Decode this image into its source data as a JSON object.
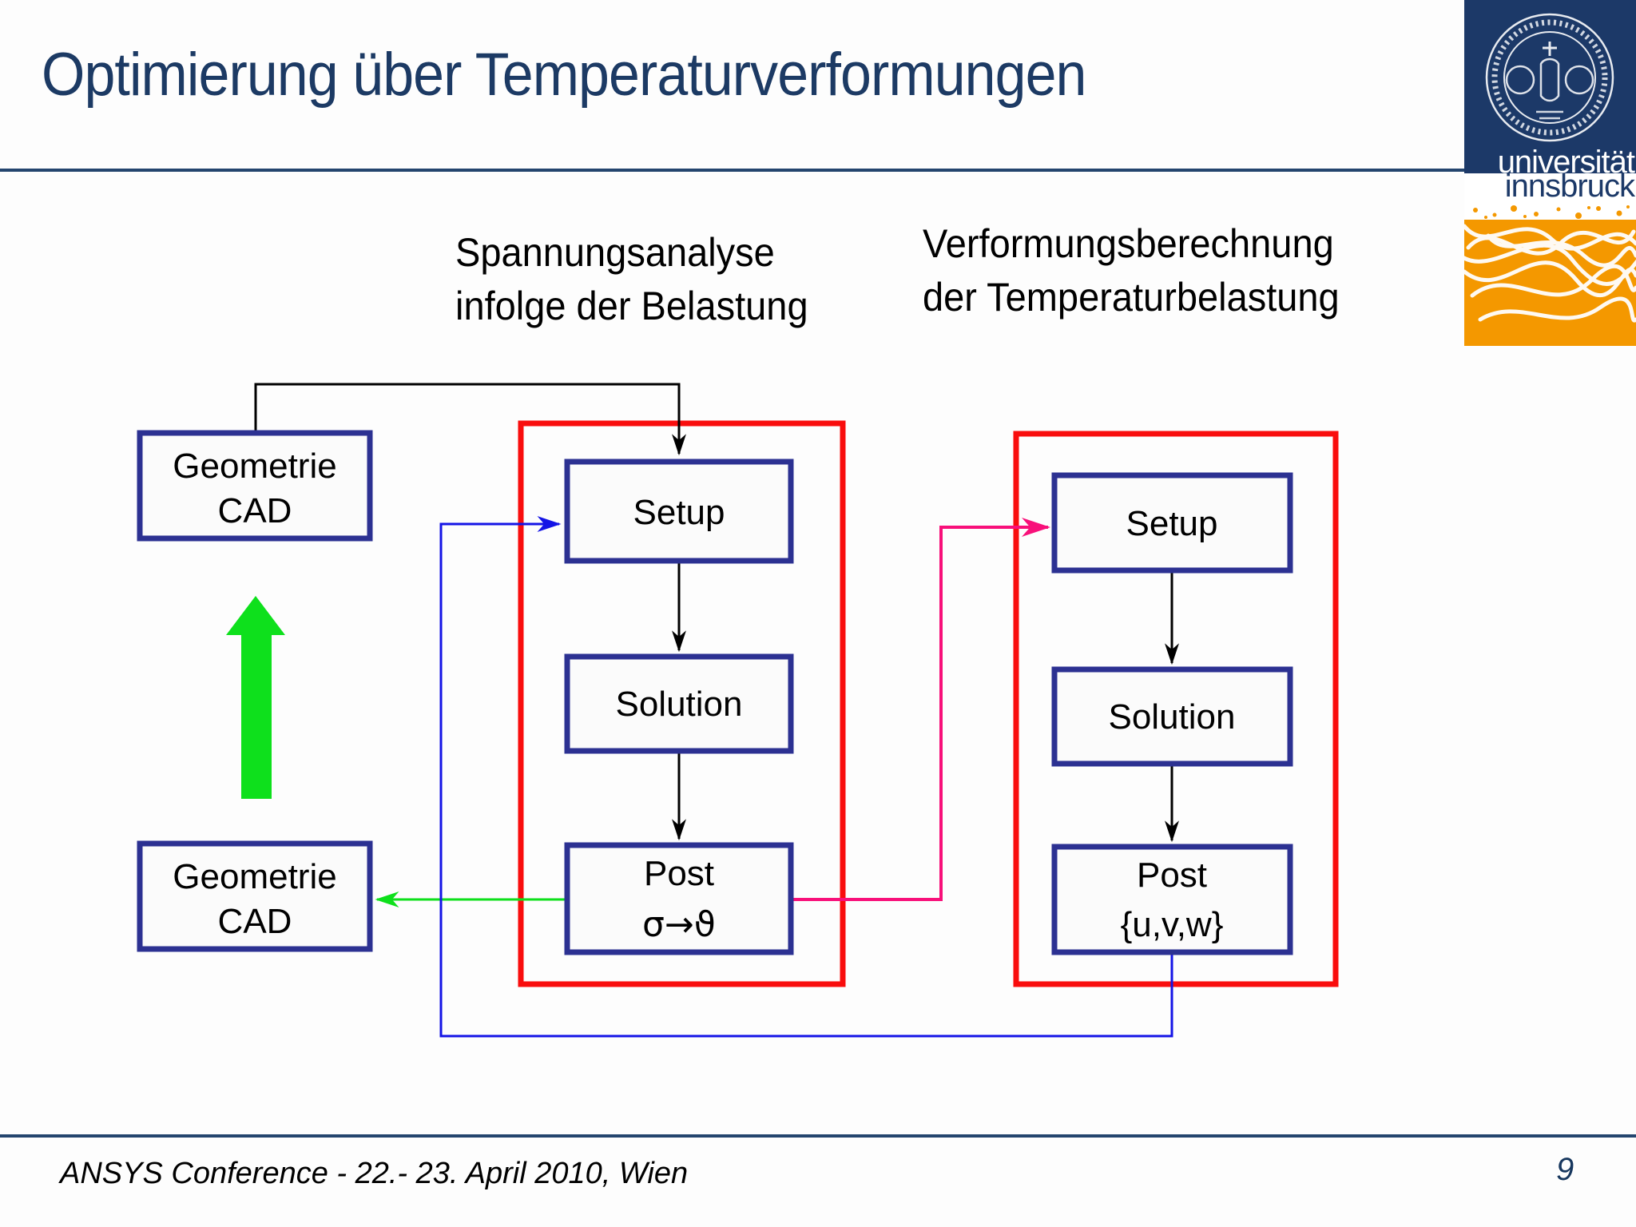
{
  "header": {
    "title": "Optimierung über Temperaturverformungen"
  },
  "logo": {
    "wordmark_line1": "universität",
    "wordmark_line2": "innsbruck"
  },
  "labels": {
    "left_column_line1": "Spannungsanalyse",
    "left_column_line2": "infolge der Belastung",
    "right_column_line1": "Verformungsberechnung",
    "right_column_line2": "der Temperaturbelastung"
  },
  "diagram": {
    "cad_top_line1": "Geometrie",
    "cad_top_line2": "CAD",
    "cad_bottom_line1": "Geometrie",
    "cad_bottom_line2": "CAD",
    "stress_group": {
      "setup": "Setup",
      "solution": "Solution",
      "post_line1": "Post",
      "post_line2": "σ→ϑ"
    },
    "deform_group": {
      "setup": "Setup",
      "solution": "Solution",
      "post_line1": "Post",
      "post_line2": "{u,v,w}"
    }
  },
  "footer": {
    "conference": "ANSYS Conference  - 22.- 23. April 2010, Wien",
    "page_number": "9"
  },
  "colors": {
    "title_navy": "#1c3a64",
    "rule_navy": "#24456e",
    "box_border_navy": "#2c3192",
    "group_border_red": "#f90d0d",
    "loop_blue": "#1414e6",
    "transfer_magenta": "#f8107a",
    "feedback_green": "#0ee01c",
    "logo_blue": "#1c3968",
    "logo_orange": "#f49800"
  }
}
